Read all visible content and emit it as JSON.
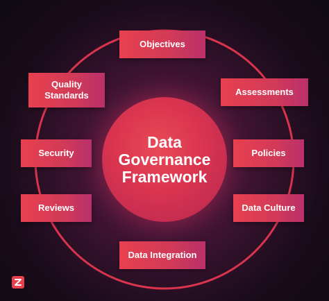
{
  "center": {
    "title": "Data\nGovernance\nFramework"
  },
  "nodes": [
    {
      "label": "Objectives"
    },
    {
      "label": "Assessments"
    },
    {
      "label": "Policies"
    },
    {
      "label": "Data Culture"
    },
    {
      "label": "Data Integration"
    },
    {
      "label": "Reviews"
    },
    {
      "label": "Security"
    },
    {
      "label": "Quality\nStandards"
    }
  ],
  "colors": {
    "accent": "#e8404f",
    "ring": "#d8344e",
    "background": "#120b14"
  },
  "logo": {
    "icon": "z-logo-icon"
  }
}
